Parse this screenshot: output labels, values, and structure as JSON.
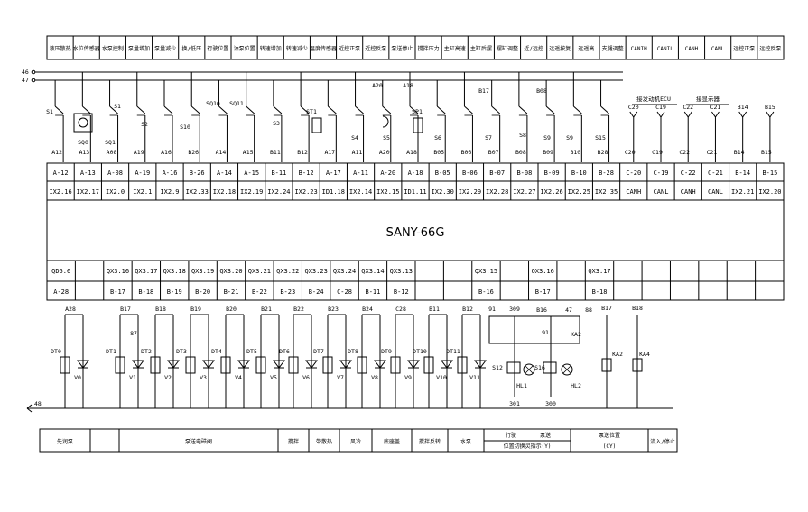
{
  "top_labels": [
    "液压散热",
    "水位传感器",
    "水泵控制",
    "泵量增加",
    "泵量减少",
    "换/低压",
    "行驶位置",
    "油泵位置",
    "转速增加",
    "转速减少",
    "温度传感器",
    "近控正泵",
    "近控反泵",
    "泵送停止",
    "搅拌压力",
    "主缸高速",
    "主缸后摆",
    "摆缸调整",
    "近/远控",
    "远遥按复",
    "远遥高",
    "支腿调整",
    "CANIH",
    "CANIL",
    "CANH",
    "CANL",
    "远控正泵",
    "远控反泵"
  ],
  "bus_labels": [
    "46",
    "47"
  ],
  "row1": [
    "A-12",
    "A-13",
    "A-08",
    "A-19",
    "A-16",
    "B-26",
    "A-14",
    "A-15",
    "B-11",
    "B-12",
    "A-17",
    "A-11",
    "A-20",
    "A-18",
    "B-05",
    "B-06",
    "B-07",
    "B-08",
    "B-09",
    "B-10",
    "B-28",
    "C-20",
    "C-19",
    "C-22",
    "C-21",
    "B-14",
    "B-15"
  ],
  "row2": [
    "IX2.16",
    "IX2.17",
    "IX2.0",
    "IX2.1",
    "IX2.9",
    "IX2.33",
    "IX2.18",
    "IX2.19",
    "IX2.24",
    "IX2.23",
    "ID1.18",
    "IX2.14",
    "IX2.15",
    "ID1.11",
    "IX2.30",
    "IX2.29",
    "IX2.28",
    "IX2.27",
    "IX2.26",
    "IX2.25",
    "IX2.35",
    "CANH",
    "CANL",
    "CANH",
    "CANL",
    "IX2.21",
    "IX2.20"
  ],
  "controller": "SANY-66G",
  "row3": [
    "QD5.6",
    "",
    "QX3.16",
    "QX3.17",
    "QX3.18",
    "QX3.19",
    "QX3.20",
    "QX3.21",
    "QX3.22",
    "QX3.23",
    "QX3.24",
    "QX3.14",
    "QX3.13",
    "",
    "",
    "QX3.15",
    "",
    "QX3.16",
    "",
    "QX3.17",
    "",
    "",
    "",
    "",
    "",
    ""
  ],
  "row4": [
    "A-28",
    "",
    "B-17",
    "B-18",
    "B-19",
    "B-20",
    "B-21",
    "B-22",
    "B-23",
    "B-24",
    "C-28",
    "B-11",
    "B-12",
    "",
    "",
    "B-16",
    "",
    "B-17",
    "",
    "B-18",
    "",
    "",
    "",
    "",
    "",
    ""
  ],
  "top_pins": [
    "A12",
    "A13",
    "A08",
    "A19",
    "A16",
    "B26",
    "A14",
    "A15",
    "B11",
    "B12",
    "A17",
    "A11",
    "A20",
    "A18",
    "B05",
    "B06",
    "B07",
    "B08",
    "B09",
    "B10",
    "B28",
    "C20",
    "C19",
    "C22",
    "C21",
    "B14",
    "B15"
  ],
  "switch_labels": [
    "S1",
    "SQ0",
    "SQ1",
    "S1",
    "S2",
    "S10",
    "SQ10",
    "SQ11",
    "S3",
    "ST1",
    "S4",
    "S5",
    "SP1",
    "S6",
    "S7",
    "S8",
    "S9",
    "S9",
    "S15"
  ],
  "upper_pins": [
    "A20",
    "A18",
    "B17",
    "B08",
    "C20",
    "C19",
    "C22",
    "C21",
    "B14",
    "B15"
  ],
  "group_labels": [
    "接发动机ECU",
    "接显示器"
  ],
  "bottom_pins": [
    "A28",
    "B17",
    "B18",
    "B19",
    "B20",
    "B21",
    "B22",
    "B23",
    "B24",
    "C28",
    "B11",
    "B12",
    "91",
    "309",
    "B16",
    "47",
    "88",
    "B17",
    "B18"
  ],
  "coils": [
    "DT0",
    "DT1",
    "DT2",
    "DT3",
    "DT4",
    "DT5",
    "DT6",
    "DT7",
    "DT8",
    "DT9",
    "DT10",
    "DT11",
    "KA2",
    "KA4"
  ],
  "diodes": [
    "V0",
    "V1",
    "V2",
    "V3",
    "V4",
    "V5",
    "V6",
    "V7",
    "V8",
    "V9",
    "V10",
    "V11"
  ],
  "relay_labels": [
    "87",
    "KA2",
    "91",
    "KA2",
    "S12",
    "S16",
    "HL1",
    "HL2",
    "301",
    "300"
  ],
  "ground_label": "48",
  "bottom_labels": [
    "先润泵",
    "泵送电磁阀",
    "搅拌",
    "带散热",
    "风冷",
    "底座盖",
    "搅拌反转",
    "水泵",
    "行驶",
    "泵送",
    "位置切换灵指示(Y)",
    "泵送位置",
    "(CY)",
    "流入/停止"
  ]
}
